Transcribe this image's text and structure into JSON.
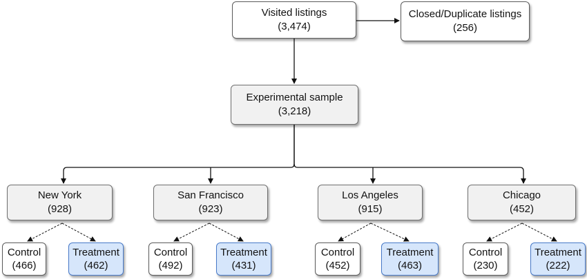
{
  "top": {
    "visited": {
      "label": "Visited listings",
      "count": "(3,474)"
    },
    "closed": {
      "label": "Closed/Duplicate listings",
      "count": "(256)"
    },
    "sample": {
      "label": "Experimental sample",
      "count": "(3,218)"
    }
  },
  "cities": [
    {
      "name": "New York",
      "count": "(928)",
      "control": {
        "label": "Control",
        "count": "(466)"
      },
      "treatment": {
        "label": "Treatment",
        "count": "(462)"
      }
    },
    {
      "name": "San Francisco",
      "count": "(923)",
      "control": {
        "label": "Control",
        "count": "(492)"
      },
      "treatment": {
        "label": "Treatment",
        "count": "(431)"
      }
    },
    {
      "name": "Los Angeles",
      "count": "(915)",
      "control": {
        "label": "Control",
        "count": "(452)"
      },
      "treatment": {
        "label": "Treatment",
        "count": "(463)"
      }
    },
    {
      "name": "Chicago",
      "count": "(452)",
      "control": {
        "label": "Control",
        "count": "(230)"
      },
      "treatment": {
        "label": "Treatment",
        "count": "(222)"
      }
    }
  ],
  "colors": {
    "treatment_fill": "#d6e6fb",
    "treatment_border": "#4779c8",
    "city_fill": "#f1f1f1",
    "line": "#111111"
  }
}
